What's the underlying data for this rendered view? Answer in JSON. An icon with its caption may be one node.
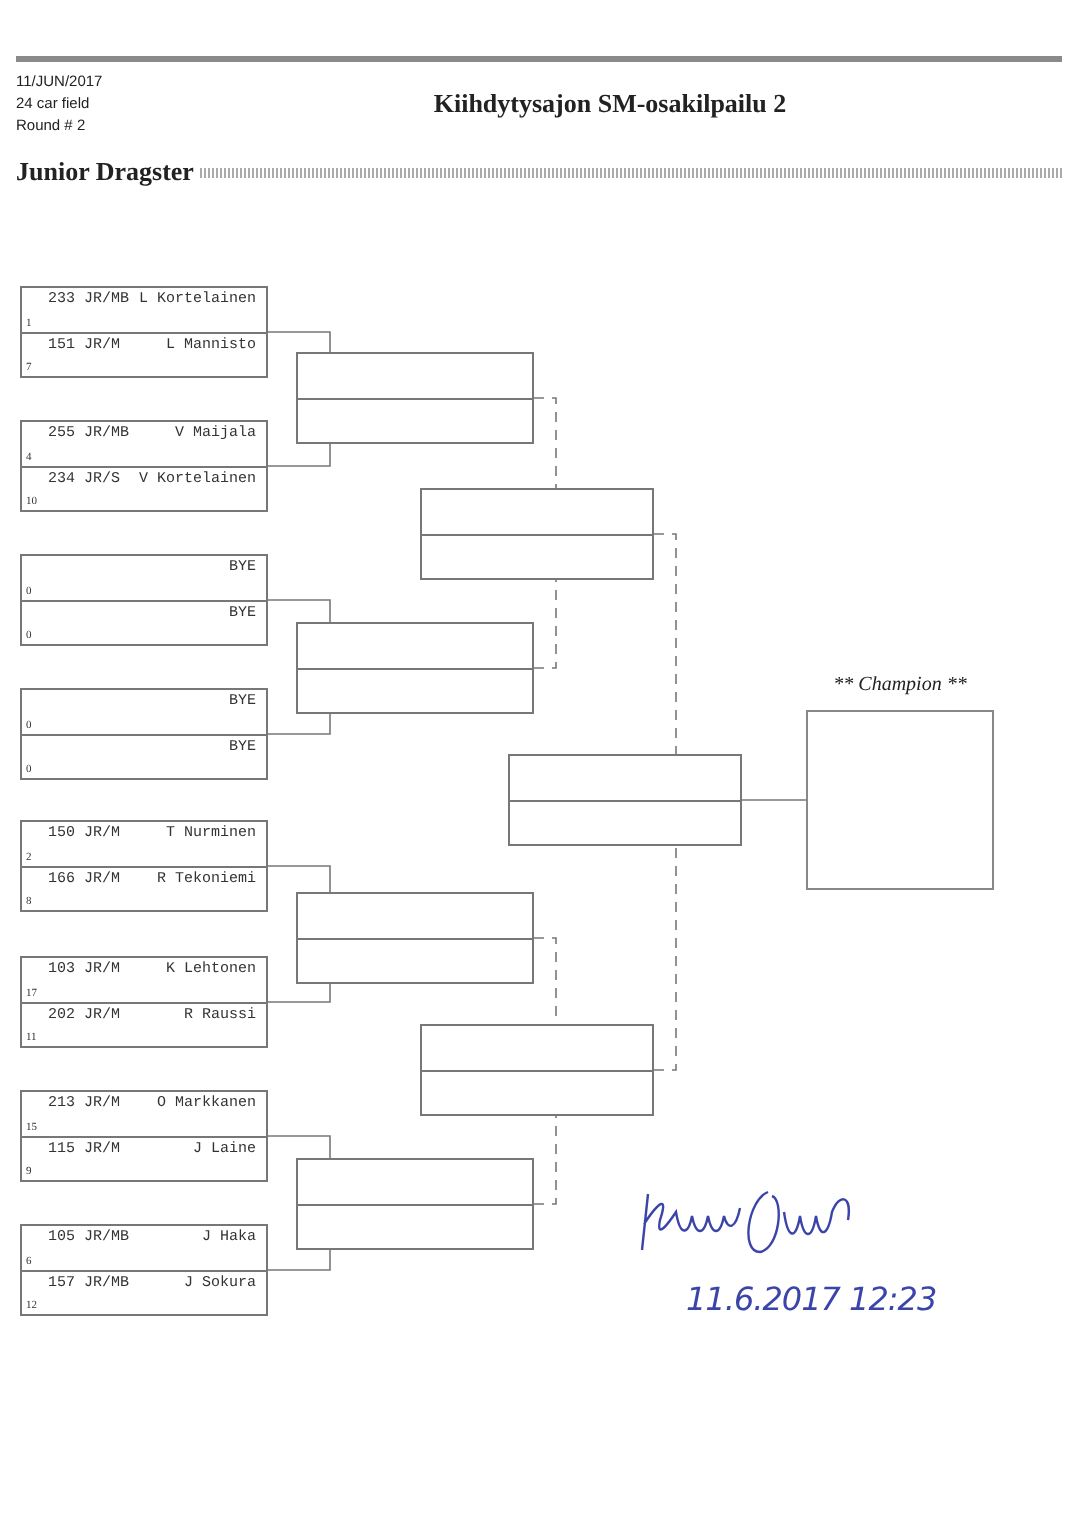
{
  "diagram": {
    "title": "Kiihdytysajon SM-osakilpailu 2",
    "nodes": [
      {
        "text": [],
        "shape": "box"
      },
      {
        "text": [
          "233 JR/MB",
          "L Kortelainen",
          "1"
        ],
        "in": 0
      },
      {
        "text": [
          "151 JR/M",
          "L Mannisto",
          "7"
        ],
        "in": 0
      },
      {
        "text": [],
        "shape": "box"
      },
      {
        "text": [
          "255 JR/MB",
          "V Maijala",
          "4"
        ],
        "in": 3
      },
      {
        "text": [
          "234 JR/S",
          "V Kortelainen",
          "10"
        ],
        "in": 3
      },
      {
        "text": [],
        "shape": "box"
      },
      {
        "text": [
          "BYE",
          "0"
        ],
        "in": 6
      },
      {
        "text": [
          "BYE",
          "0"
        ],
        "in": 6
      },
      {
        "text": [],
        "shape": "box"
      },
      {
        "text": [
          "BYE",
          "0"
        ],
        "in": 9
      },
      {
        "text": [
          "BYE",
          "0"
        ],
        "in": 9
      },
      {
        "text": [],
        "shape": "box"
      },
      {
        "text": [
          "150 JR/M",
          "T Nurminen",
          "2"
        ],
        "in": 12
      },
      {
        "text": [
          "166 JR/M",
          "R Tekoniemi",
          "8"
        ],
        "in": 12
      },
      {
        "text": [],
        "shape": "box"
      },
      {
        "text": [
          "103 JR/M",
          "K Lehtonen",
          "17"
        ],
        "in": 15
      },
      {
        "text": [
          "202 JR/M",
          "R Raussi",
          "11"
        ],
        "in": 15
      },
      {
        "text": [],
        "shape": "box"
      },
      {
        "text": [
          "213 JR/M",
          "O Markkanen",
          "15"
        ],
        "in": 18
      },
      {
        "text": [
          "115 JR/M",
          "J Laine",
          "9"
        ],
        "in": 18
      },
      {
        "text": [],
        "shape": "box"
      },
      {
        "text": [
          "105 JR/MB",
          "J Haka",
          "6"
        ],
        "in": 21
      },
      {
        "text": [
          "157 JR/MB",
          "J Sokura",
          "12"
        ],
        "in": 21
      },
      {
        "text": [],
        "shape": "box"
      },
      {
        "text": [],
        "shape": "box"
      },
      {
        "text": [],
        "shape": "box"
      },
      {
        "text": [],
        "shape": "box"
      },
      {
        "text": [],
        "shape": "box"
      },
      {
        "text": [],
        "shape": "box"
      },
      {
        "text": [],
        "shape": "box"
      },
      {
        "text": [
          "** Champion **"
        ]
      }
    ],
    "edges": [
      {
        "from": 0,
        "to": 24,
        "arrow": "none"
      },
      {
        "from": 3,
        "to": 24,
        "arrow": "none"
      },
      {
        "from": 6,
        "to": 25,
        "arrow": "none"
      },
      {
        "from": 9,
        "to": 25,
        "arrow": "none"
      },
      {
        "from": 12,
        "to": 26,
        "arrow": "none"
      },
      {
        "from": 15,
        "to": 26,
        "arrow": "none"
      },
      {
        "from": 18,
        "to": 27,
        "arrow": "none"
      },
      {
        "from": 21,
        "to": 27,
        "arrow": "none"
      },
      {
        "from": 24,
        "to": 28,
        "arrow": "none",
        "style": "dashed"
      },
      {
        "from": 25,
        "to": 28,
        "arrow": "none",
        "style": "dashed"
      },
      {
        "from": 26,
        "to": 29,
        "arrow": "none",
        "style": "dashed"
      },
      {
        "from": 27,
        "to": 29,
        "arrow": "none",
        "style": "dashed"
      },
      {
        "from": 28,
        "to": 30,
        "arrow": "none",
        "style": "dashed"
      },
      {
        "from": 29,
        "to": 30,
        "arrow": "none",
        "style": "dashed"
      },
      {
        "from": 30,
        "to": 31,
        "arrow": "none"
      }
    ],
    "labels": [
      "11/JUN/2017",
      "24 car field",
      "Round # 2",
      "Junior Dragster",
      "11.6.2017 12:23"
    ]
  }
}
